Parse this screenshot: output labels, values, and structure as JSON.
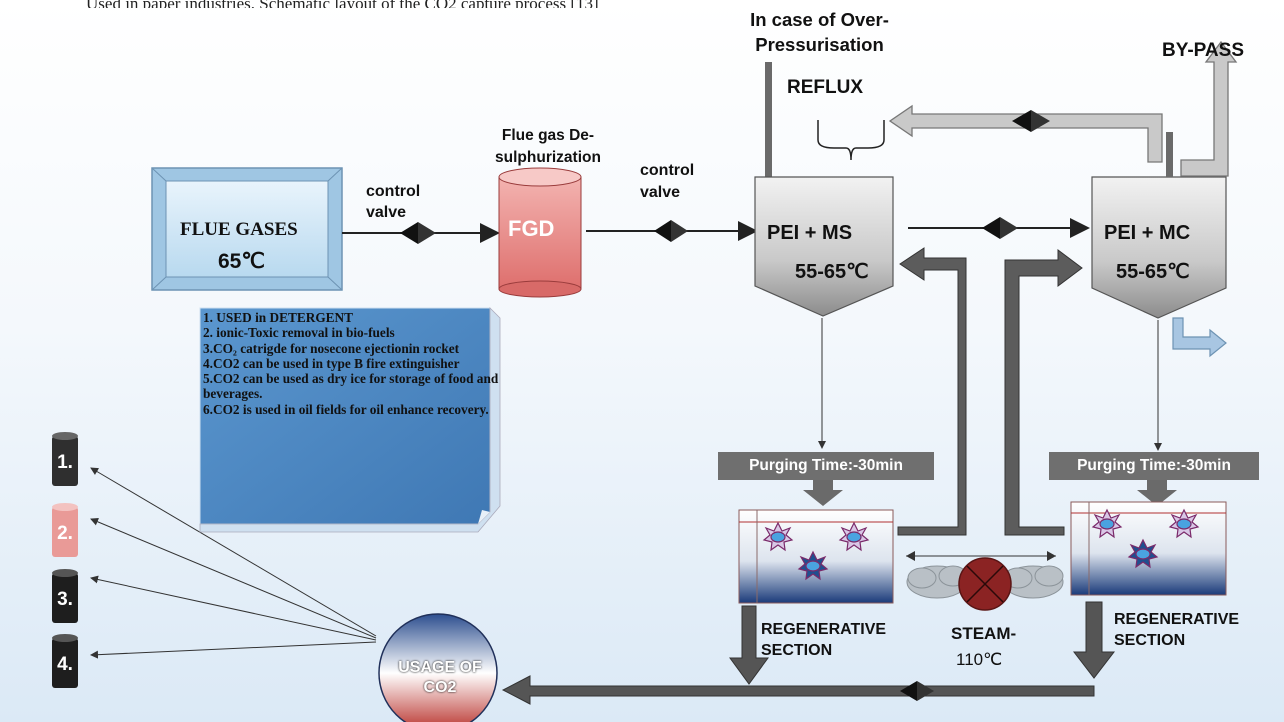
{
  "top_text": "Used in paper industries. Schematic layout of the CO2 capture process [13]",
  "labels": {
    "flue_gases": "FLUE GASES",
    "flue_temp": "65℃",
    "control_valve_1": "control valve",
    "fgd_title": "Flue gas De-sulphurization",
    "fgd": "FGD",
    "control_valve_2": "control valve",
    "over_pressure": "In case of Over-Pressurisation",
    "reflux": "REFLUX",
    "bypass": "BY-PASS",
    "pei_ms": "PEI + MS",
    "pei_ms_temp": "55-65℃",
    "pei_mc": "PEI + MC",
    "pei_mc_temp": "55-65℃",
    "purge_left": "Purging Time:-30min",
    "purge_right": "Purging Time:-30min",
    "regen_left": "REGENERATIVE SECTION",
    "regen_right": "REGENERATIVE SECTION",
    "steam": "STEAM-",
    "steam_temp": "110℃",
    "usage": "USAGE OF CO2"
  },
  "uses": [
    "1. USED in DETERGENT",
    "2. ionic-Toxic removal in bio-fuels",
    "3.CO₂ catrigde for nosecone ejectionin rocket",
    "4.CO2 can be used in type B fire extinguisher",
    "5.CO2 can be used as dry ice for storage of food and beverages.",
    "6.CO2 is used in oil fields for oil enhance recovery."
  ],
  "cans": [
    "1.",
    "2.",
    "3.",
    "4."
  ],
  "colors": {
    "arrow_gray": "#5a5a5a",
    "fgd_red": "#e07b7b",
    "notes_blue": "#4d88c4",
    "steam_valve": "#8b2323"
  }
}
